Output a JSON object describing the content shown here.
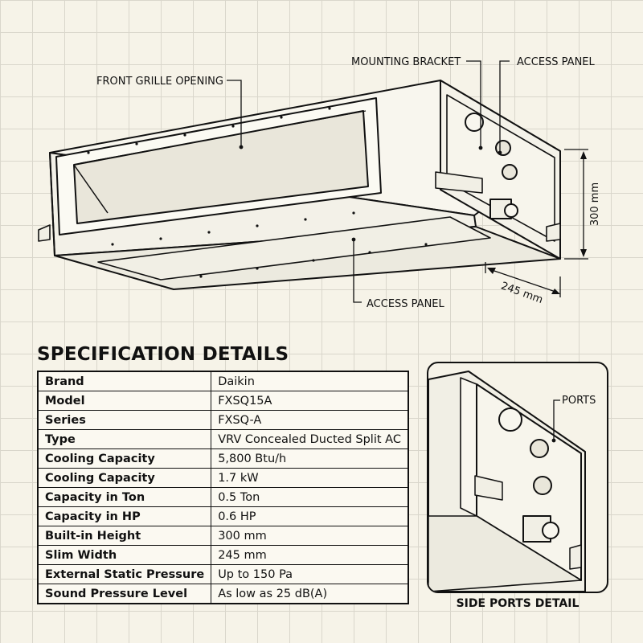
{
  "callouts": {
    "front_grille": "FRONT GRILLE OPENING",
    "mounting_bracket": "MOUNTING BRACKET",
    "access_panel_side": "ACCESS PANEL",
    "access_panel_bottom": "ACCESS PANEL",
    "height_dim": "300 mm",
    "width_dim": "245 mm",
    "ports": "PORTS"
  },
  "spec": {
    "title": "SPECIFICATION DETAILS",
    "rows": [
      {
        "key": "Brand",
        "value": "Daikin"
      },
      {
        "key": "Model",
        "value": "FXSQ15A"
      },
      {
        "key": "Series",
        "value": "FXSQ-A"
      },
      {
        "key": "Type",
        "value": "VRV Concealed Ducted Split AC"
      },
      {
        "key": "Cooling Capacity",
        "value": "5,800 Btu/h"
      },
      {
        "key": "Cooling Capacity",
        "value": "1.7 kW"
      },
      {
        "key": "Capacity in Ton",
        "value": "0.5 Ton"
      },
      {
        "key": "Capacity in HP",
        "value": "0.6 HP"
      },
      {
        "key": "Built-in Height",
        "value": "300 mm"
      },
      {
        "key": "Slim Width",
        "value": "245 mm"
      },
      {
        "key": "External Static Pressure",
        "value": "Up to 150 Pa"
      },
      {
        "key": "Sound Pressure Level",
        "value": "As low as 25 dB(A)"
      }
    ]
  },
  "detail_caption": "SIDE PORTS DETAIL"
}
